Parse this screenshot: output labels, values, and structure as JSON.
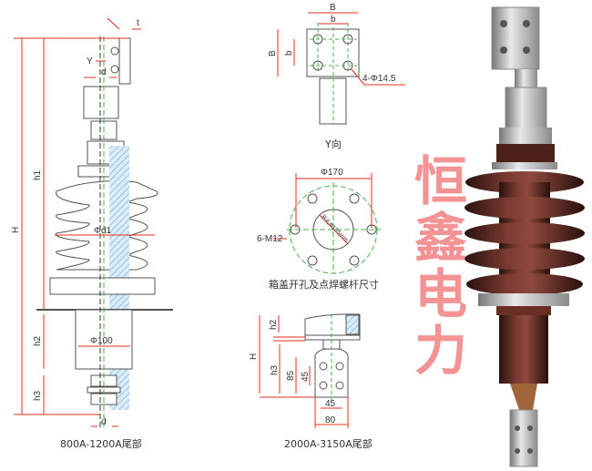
{
  "watermark": "恒鑫电力",
  "left_drawing": {
    "caption": "800A-1200A尾部",
    "labels": {
      "H": "H",
      "h1": "h1",
      "h2": "h2",
      "h3": "h3",
      "t": "t",
      "Y": "Y",
      "d_top": "d",
      "d_bottom": "d",
      "phi_d1": "Φd1",
      "phi_100": "Φ100"
    }
  },
  "y_view": {
    "caption": "Y向",
    "labels": {
      "B_h": "B",
      "b_h": "b",
      "B_v": "B",
      "b_v": "b",
      "holes": "4-Φ14.5"
    }
  },
  "lid_view": {
    "caption": "箱盖开孔及点焊螺杆尺寸",
    "labels": {
      "phi_170": "Φ170",
      "bolts": "6-M12",
      "opening": "开孔Φ105mm"
    }
  },
  "tail_2000": {
    "caption": "2000A-3150A尾部",
    "labels": {
      "h2": "h2",
      "H": "H",
      "h3": "h3",
      "d85": "85",
      "d45v": "45",
      "d45h": "45",
      "d80": "80"
    }
  },
  "colors": {
    "dimension": "#e0301e",
    "hatch": "#7fb6e0",
    "centerline": "#4caf50",
    "porcelain": "#5a2a22",
    "watermark": "#ef6f6f"
  }
}
